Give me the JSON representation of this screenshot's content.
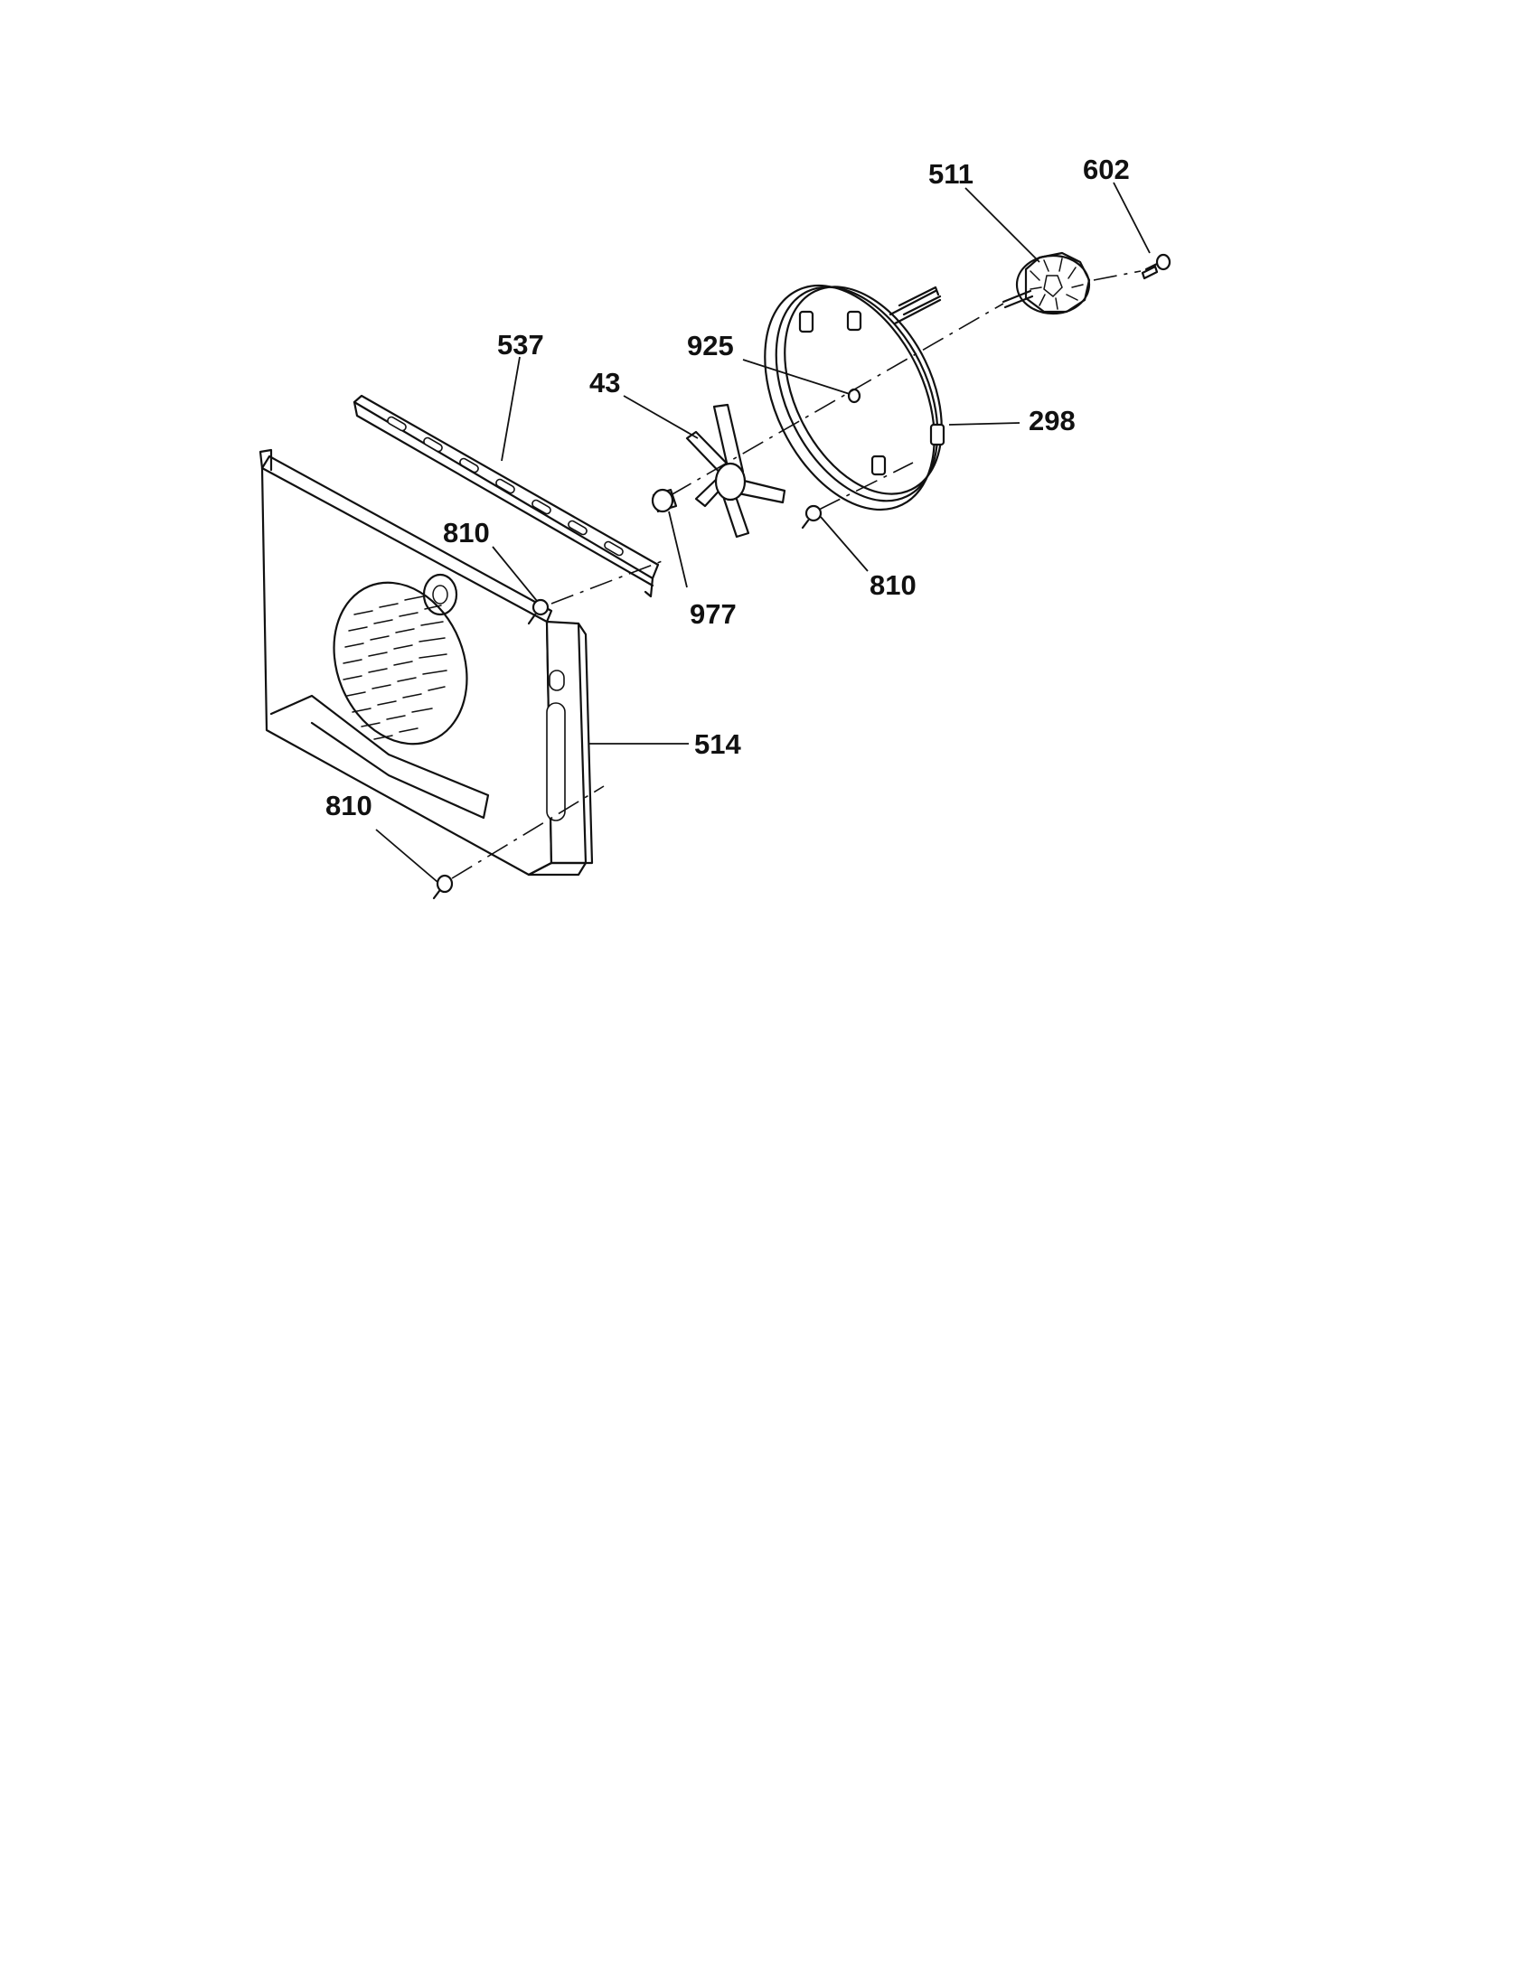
{
  "labels": {
    "l511": "511",
    "l602": "602",
    "l537": "537",
    "l925": "925",
    "l43": "43",
    "l298": "298",
    "l810a": "810",
    "l977": "977",
    "l810b": "810",
    "l514": "514",
    "l810c": "810"
  }
}
